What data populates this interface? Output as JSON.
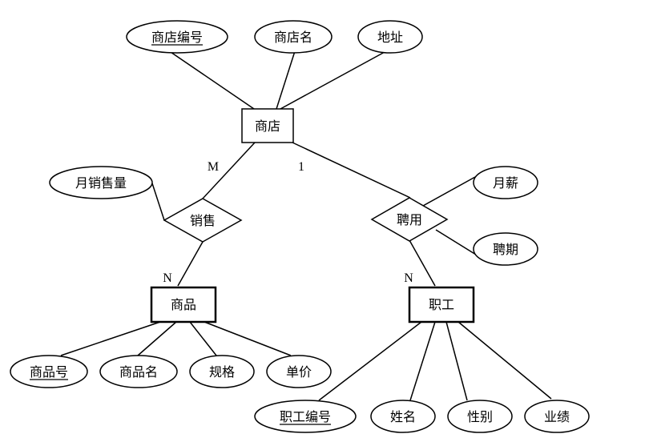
{
  "entities": {
    "store": "商店",
    "product": "商品",
    "employee": "职工"
  },
  "relationships": {
    "sales": "销售",
    "hire": "聘用"
  },
  "attributes": {
    "store_no": "商店编号",
    "store_name": "商店名",
    "address": "地址",
    "monthly_sales": "月销售量",
    "monthly_salary": "月薪",
    "hire_period": "聘期",
    "product_no": "商品号",
    "product_name": "商品名",
    "spec": "规格",
    "unit_price": "单价",
    "employee_no": "职工编号",
    "name": "姓名",
    "gender": "性别",
    "performance": "业绩"
  },
  "cardinalities": {
    "sales_store": "M",
    "hire_store": "1",
    "sales_product": "N",
    "hire_employee": "N"
  }
}
